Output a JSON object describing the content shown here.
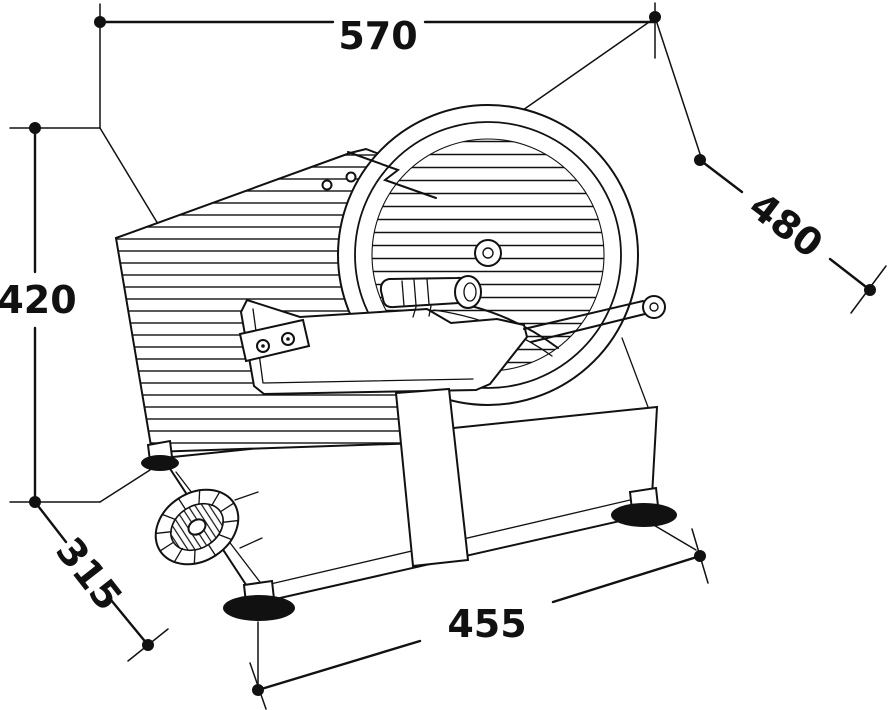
{
  "canvas": {
    "background": "#ffffff",
    "line_color": "#111111"
  },
  "figure": {
    "subject": "meat-slicer-technical-drawing"
  },
  "dimensions": {
    "top_width": {
      "value": "570"
    },
    "left_height": {
      "value": "420"
    },
    "right_depth": {
      "value": "480"
    },
    "left_depth": {
      "value": "315"
    },
    "bottom_width": {
      "value": "455"
    }
  }
}
